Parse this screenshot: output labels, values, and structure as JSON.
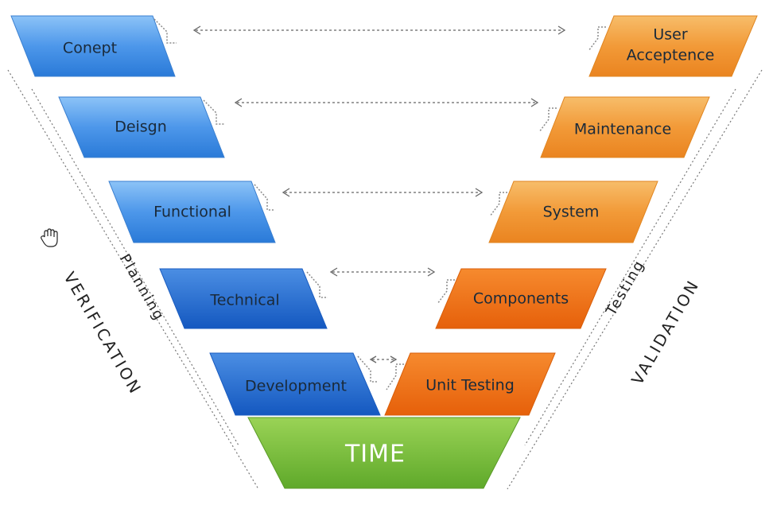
{
  "diagram": {
    "left_stages": [
      "Conept",
      "Deisgn",
      "Functional",
      "Technical",
      "Development"
    ],
    "right_stages": [
      "User\nAcceptence",
      "Maintenance",
      "System",
      "Components",
      "Unit Testing"
    ],
    "base_label": "TIME",
    "left_outer_label": "VERIFICATION",
    "left_inner_label": "Planning",
    "right_inner_label": "Testing",
    "right_outer_label": "VALIDATION",
    "colors": {
      "left_top": "#6aaef0",
      "left_bottom": "#1e6fd0",
      "right_top": "#f3a84c",
      "right_bottom": "#f26c10",
      "base": "#7ec23a"
    },
    "icons": [
      "hand-cursor-icon"
    ]
  }
}
